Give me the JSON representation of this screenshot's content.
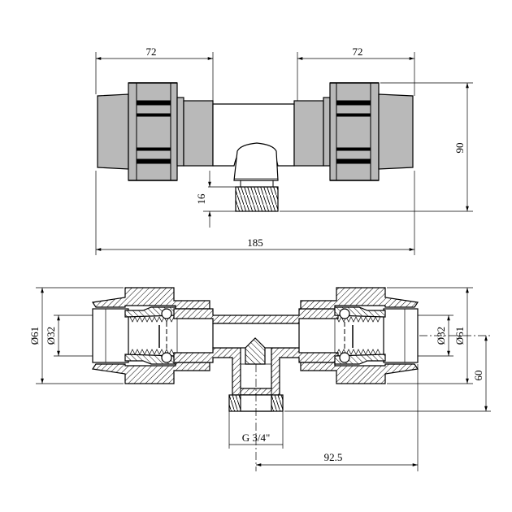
{
  "dimensions": {
    "top_left_width": "72",
    "top_right_width": "72",
    "overall_length": "185",
    "overall_height": "90",
    "thread_length": "16",
    "bottom_left_outer_dia": "Ø61",
    "bottom_left_inner_dia": "Ø32",
    "bottom_right_inner_dia": "Ø32",
    "bottom_right_outer_dia": "Ø61",
    "branch_height": "60",
    "thread_size": "G 3/4\"",
    "branch_offset": "92.5"
  }
}
